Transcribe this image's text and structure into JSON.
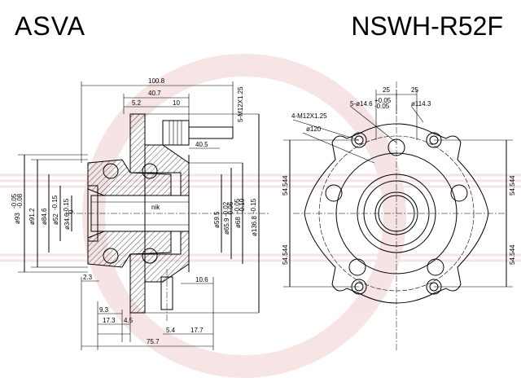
{
  "header": {
    "brand": "ASVA",
    "part_number": "NSWH-R52F"
  },
  "colors": {
    "line": "#000000",
    "watermark": "#e8b4b4"
  },
  "side_view": {
    "dims": {
      "overall_width": "100.8",
      "d40_7": "40.7",
      "d5_2": "5.2",
      "d10": "10",
      "stud": "5-M12X1.25",
      "d40_5": "40.5",
      "d93": "ø93",
      "d93_tol_top": "-0.05",
      "d93_tol_bot": "-0.08",
      "d91_2": "ø91.2",
      "d84_6": "ø84.6",
      "d52": "ø52",
      "d52_tol": "-0.15",
      "d34_6": "ø34.6",
      "d34_6_tol_top": "-0.15",
      "d34_6_tol_bot": "0",
      "d59_5": "ø59.5",
      "d65_9": "ø65.9",
      "d65_9_tol_top": "-0.02",
      "d65_9_tol_bot": "-0.06",
      "d68": "ø68",
      "d68_tol_top": "-0.05",
      "d68_tol_bot": "-0.10",
      "d136_8": "ø136.8",
      "d136_8_tol": "-0.15",
      "d2_3": "2.3",
      "d10_6": "10.6",
      "d9_3": "9.3",
      "d17_3": "17.3",
      "d4_5": "4.5",
      "d5_4": "5.4",
      "d17_7": "17.7",
      "d75_7": "75.7"
    }
  },
  "front_view": {
    "dims": {
      "d25_left": "25",
      "d25_right": "25",
      "holes": "5-ø14.6",
      "holes_tol_top": "+0.05",
      "holes_tol_bot": "-0.05",
      "pcd": "ø114.3",
      "mount": "4-M12X1.25",
      "d120": "ø120",
      "h_top_left": "54.544",
      "h_bot_left": "54.544",
      "h_top_right": "54.544",
      "h_bot_right": "54.544"
    }
  }
}
